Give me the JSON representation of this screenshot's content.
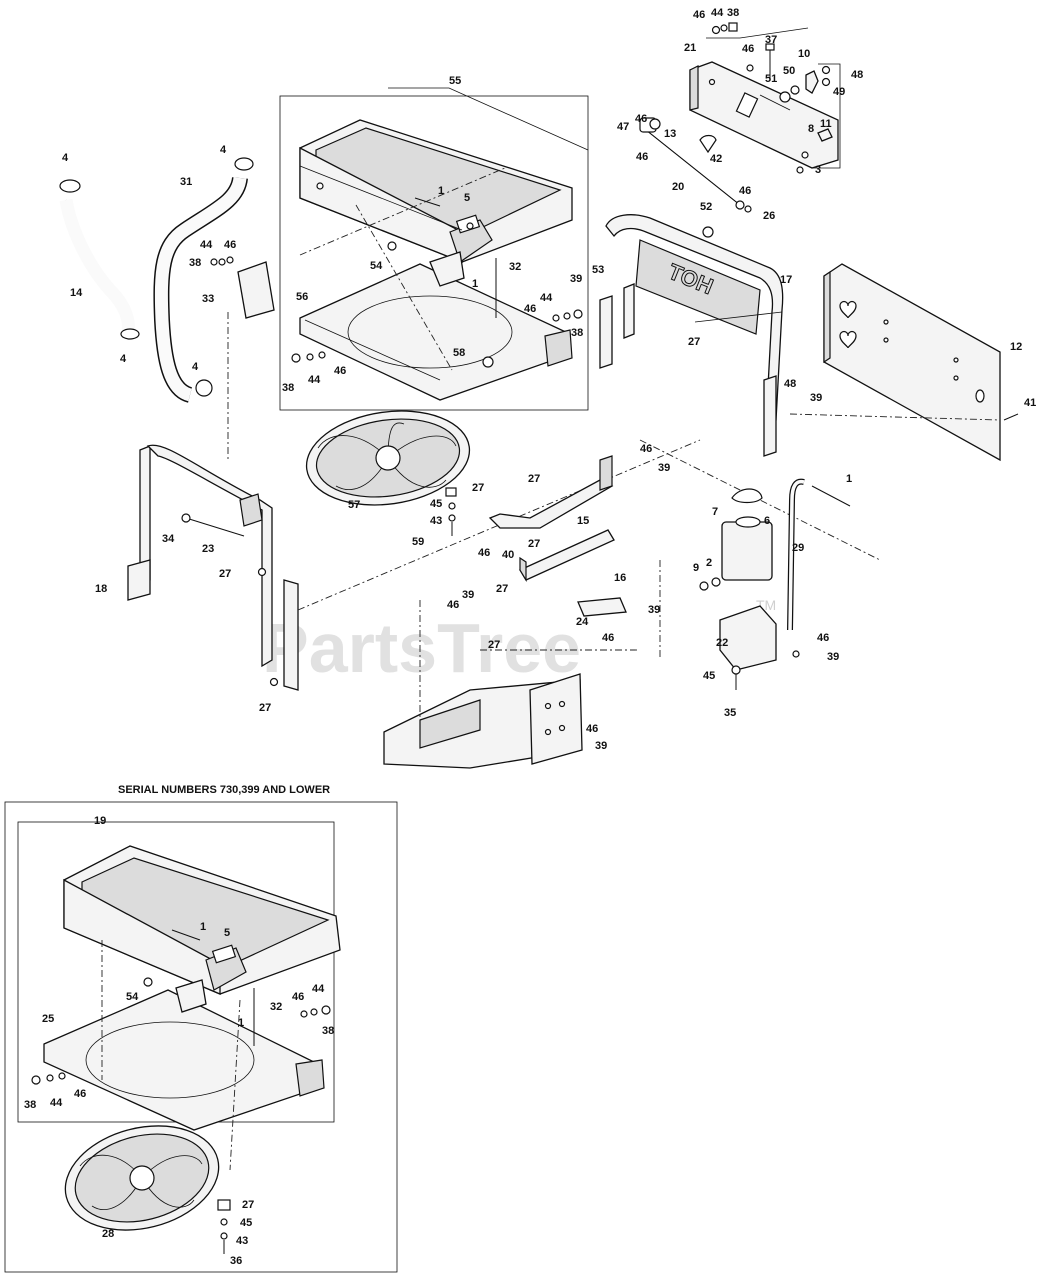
{
  "diagram": {
    "caption": "SERIAL NUMBERS 730,399 AND LOWER",
    "watermark": "PartsTree",
    "watermark_tm": "TM",
    "stamp_text": "TOH",
    "callouts": [
      {
        "id": "c46a",
        "text": "46"
      },
      {
        "id": "c44a",
        "text": "44"
      },
      {
        "id": "c38a",
        "text": "38"
      },
      {
        "id": "c21",
        "text": "21"
      },
      {
        "id": "c46b",
        "text": "46"
      },
      {
        "id": "c37",
        "text": "37"
      },
      {
        "id": "c10",
        "text": "10"
      },
      {
        "id": "c50",
        "text": "50"
      },
      {
        "id": "c51",
        "text": "51"
      },
      {
        "id": "c48a",
        "text": "48"
      },
      {
        "id": "c49",
        "text": "49"
      },
      {
        "id": "c8",
        "text": "8"
      },
      {
        "id": "c11",
        "text": "11"
      },
      {
        "id": "c3",
        "text": "3"
      },
      {
        "id": "c55",
        "text": "55"
      },
      {
        "id": "c46c",
        "text": "46"
      },
      {
        "id": "c47",
        "text": "47"
      },
      {
        "id": "c13",
        "text": "13"
      },
      {
        "id": "c46d",
        "text": "46"
      },
      {
        "id": "c42",
        "text": "42"
      },
      {
        "id": "c20",
        "text": "20"
      },
      {
        "id": "c46e",
        "text": "46"
      },
      {
        "id": "c26",
        "text": "26"
      },
      {
        "id": "c4a",
        "text": "4"
      },
      {
        "id": "c4b",
        "text": "4"
      },
      {
        "id": "c31",
        "text": "31"
      },
      {
        "id": "c1a",
        "text": "1"
      },
      {
        "id": "c5a",
        "text": "5"
      },
      {
        "id": "c52",
        "text": "52"
      },
      {
        "id": "c17",
        "text": "17"
      },
      {
        "id": "c44b",
        "text": "44"
      },
      {
        "id": "c46f",
        "text": "46"
      },
      {
        "id": "c38b",
        "text": "38"
      },
      {
        "id": "c54a",
        "text": "54"
      },
      {
        "id": "c32a",
        "text": "32"
      },
      {
        "id": "c33",
        "text": "33"
      },
      {
        "id": "c1b",
        "text": "1"
      },
      {
        "id": "c39a",
        "text": "39"
      },
      {
        "id": "c53",
        "text": "53"
      },
      {
        "id": "c14",
        "text": "14"
      },
      {
        "id": "c56",
        "text": "56"
      },
      {
        "id": "c44c",
        "text": "44"
      },
      {
        "id": "c46g",
        "text": "46"
      },
      {
        "id": "c38c",
        "text": "38"
      },
      {
        "id": "c12",
        "text": "12"
      },
      {
        "id": "c27a",
        "text": "27"
      },
      {
        "id": "c4c",
        "text": "4"
      },
      {
        "id": "c58",
        "text": "58"
      },
      {
        "id": "c38d",
        "text": "38"
      },
      {
        "id": "c44d",
        "text": "44"
      },
      {
        "id": "c46h",
        "text": "46"
      },
      {
        "id": "c4d",
        "text": "4"
      },
      {
        "id": "c48b",
        "text": "48"
      },
      {
        "id": "c39b",
        "text": "39"
      },
      {
        "id": "c41",
        "text": "41"
      },
      {
        "id": "c46i",
        "text": "46"
      },
      {
        "id": "c39c",
        "text": "39"
      },
      {
        "id": "c27b",
        "text": "27"
      },
      {
        "id": "c57",
        "text": "57"
      },
      {
        "id": "c45a",
        "text": "45"
      },
      {
        "id": "c43a",
        "text": "43"
      },
      {
        "id": "c59",
        "text": "59"
      },
      {
        "id": "c27c",
        "text": "27"
      },
      {
        "id": "c15",
        "text": "15"
      },
      {
        "id": "c1c",
        "text": "1"
      },
      {
        "id": "c7",
        "text": "7"
      },
      {
        "id": "c6",
        "text": "6"
      },
      {
        "id": "c34",
        "text": "34"
      },
      {
        "id": "c23",
        "text": "23"
      },
      {
        "id": "c46j",
        "text": "46"
      },
      {
        "id": "c40",
        "text": "40"
      },
      {
        "id": "c27d",
        "text": "27"
      },
      {
        "id": "c29",
        "text": "29"
      },
      {
        "id": "c18",
        "text": "18"
      },
      {
        "id": "c27e",
        "text": "27"
      },
      {
        "id": "c27f",
        "text": "27"
      },
      {
        "id": "c16",
        "text": "16"
      },
      {
        "id": "c2",
        "text": "2"
      },
      {
        "id": "c9",
        "text": "9"
      },
      {
        "id": "c46k",
        "text": "46"
      },
      {
        "id": "c39d",
        "text": "39"
      },
      {
        "id": "c24",
        "text": "24"
      },
      {
        "id": "c39e",
        "text": "39"
      },
      {
        "id": "c46l",
        "text": "46"
      },
      {
        "id": "c22",
        "text": "22"
      },
      {
        "id": "c46m",
        "text": "46"
      },
      {
        "id": "c39f",
        "text": "39"
      },
      {
        "id": "c27g",
        "text": "27"
      },
      {
        "id": "c45b",
        "text": "45"
      },
      {
        "id": "c27h",
        "text": "27"
      },
      {
        "id": "c35",
        "text": "35"
      },
      {
        "id": "c46n",
        "text": "46"
      },
      {
        "id": "c39g",
        "text": "39"
      },
      {
        "id": "c19",
        "text": "19"
      },
      {
        "id": "c1d",
        "text": "1"
      },
      {
        "id": "c5b",
        "text": "5"
      },
      {
        "id": "c54b",
        "text": "54"
      },
      {
        "id": "c32b",
        "text": "32"
      },
      {
        "id": "c44e",
        "text": "44"
      },
      {
        "id": "c46o",
        "text": "46"
      },
      {
        "id": "c1e",
        "text": "1"
      },
      {
        "id": "c38e",
        "text": "38"
      },
      {
        "id": "c25",
        "text": "25"
      },
      {
        "id": "c38f",
        "text": "38"
      },
      {
        "id": "c44f",
        "text": "44"
      },
      {
        "id": "c46p",
        "text": "46"
      },
      {
        "id": "c27i",
        "text": "27"
      },
      {
        "id": "c45c",
        "text": "45"
      },
      {
        "id": "c28",
        "text": "28"
      },
      {
        "id": "c43b",
        "text": "43"
      },
      {
        "id": "c36",
        "text": "36"
      }
    ]
  }
}
